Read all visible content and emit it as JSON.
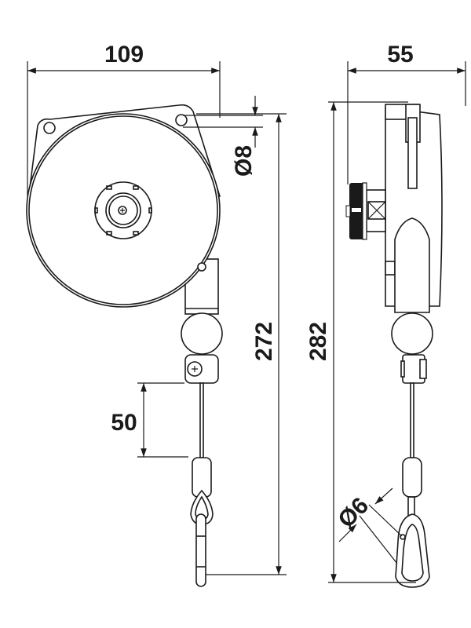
{
  "drawing": {
    "dimensions": {
      "width_front": "109",
      "depth_side": "55",
      "mount_hole_diameter": "Ø8",
      "height_to_hook": "272",
      "overall_height": "282",
      "cable_min": "50",
      "hook_diameter": "Ø6"
    },
    "line_color": "#1a1a1a"
  }
}
